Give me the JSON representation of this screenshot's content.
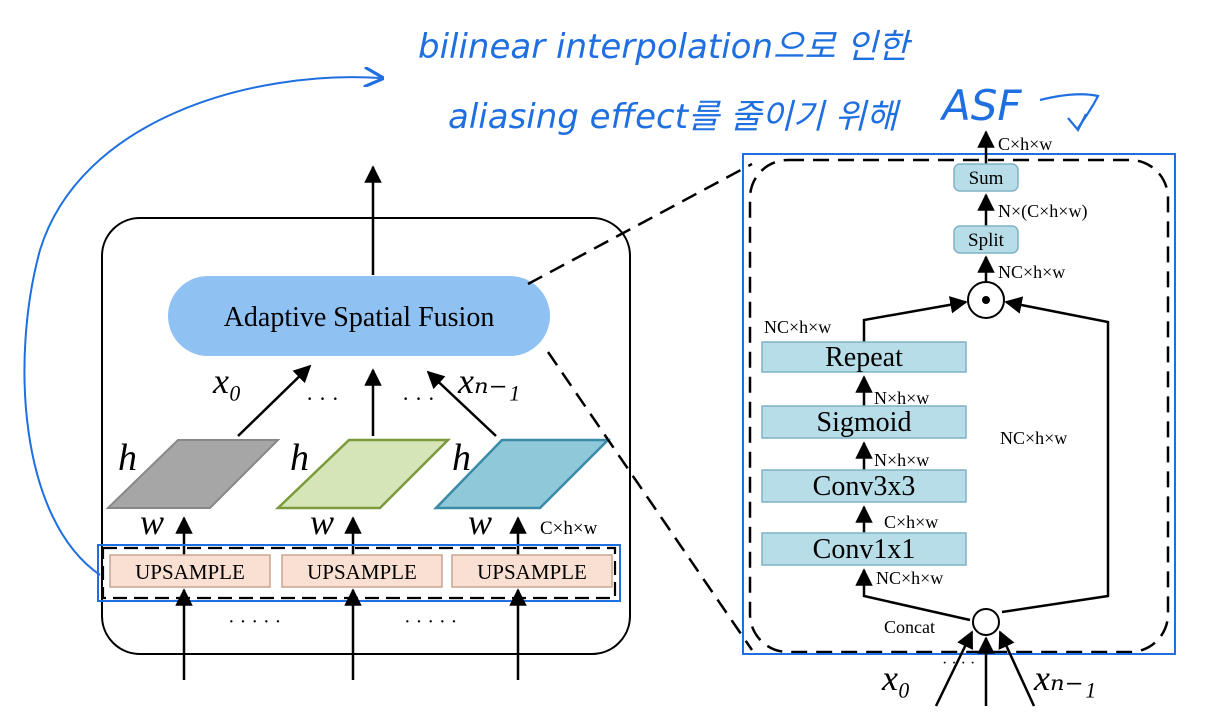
{
  "annotation": {
    "line1": "bilinear interpolation으로 인한",
    "line2": "aliasing effect를 줄이기 위해",
    "asf": "ASF"
  },
  "left": {
    "fusion_label": "Adaptive Spatial Fusion",
    "x0_label": "x₀",
    "xn_label": "xₙ₋₁",
    "dots": "· · ·",
    "h_label": "h",
    "w_label": "w",
    "dim_label": "C×h×w",
    "upsample_labels": [
      "UPSAMPLE",
      "UPSAMPLE",
      "UPSAMPLE"
    ],
    "bottom_dots": "· · · · ·"
  },
  "right": {
    "top_dim": "C×h×w",
    "sum": "Sum",
    "split_dim": "N×(C×h×w)",
    "split": "Split",
    "dot_dim": "NC×h×w",
    "odot": "⊙",
    "repeat_dim": "NC×h×w",
    "repeat": "Repeat",
    "sigmoid_dim": "N×h×w",
    "sigmoid": "Sigmoid",
    "conv3_dim": "N×h×w",
    "conv3": "Conv3x3",
    "conv1_dim": "C×h×w",
    "conv1": "Conv1x1",
    "concat_dim": "NC×h×w",
    "skip_dim": "NC×h×w",
    "concat": "Concat",
    "x0": "x₀",
    "xn": "xₙ₋₁",
    "dots": "· · · ·"
  },
  "colors": {
    "annotation_blue": "#1f6fe0",
    "fusion_fill": "#8fc1f2",
    "gray_plane": "#a6a6a6",
    "green_plane": "#d6e5b8",
    "green_border": "#7a9a3b",
    "teal_plane": "#8fc8d8",
    "teal_border": "#3a8aa8",
    "upsample_fill": "#f9e0d2",
    "block_fill": "#b7dde8",
    "block_border": "#7fb2c6"
  }
}
